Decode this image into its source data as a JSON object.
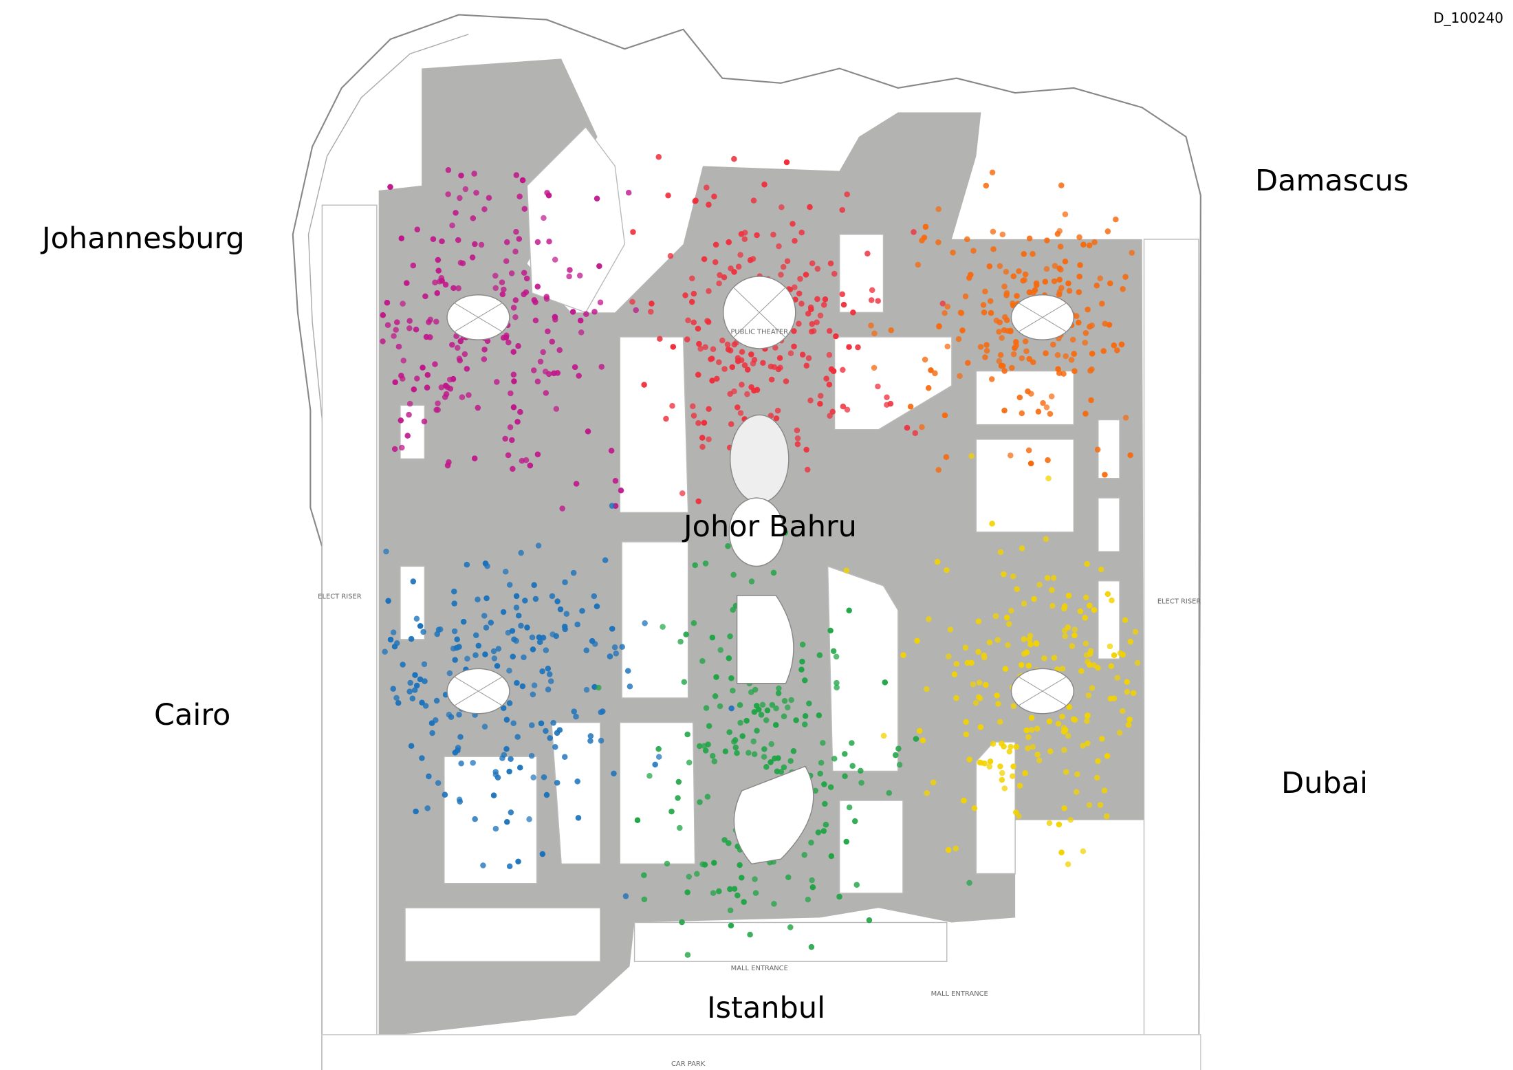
{
  "plan_code": "D_100240",
  "zones": [
    {
      "name": "Johannesburg",
      "color": "#c0168a"
    },
    {
      "name": "Johor Bahru",
      "color": "#ef2f3c"
    },
    {
      "name": "Damascus",
      "color": "#f76a0e"
    },
    {
      "name": "Cairo",
      "color": "#1b72bb"
    },
    {
      "name": "Dubai",
      "color": "#f3d300"
    },
    {
      "name": "Istanbul",
      "color": "#1ea444"
    }
  ],
  "plan_labels": {
    "theater": "PUBLIC THEATER",
    "entrance1": "MALL ENTRANCE",
    "entrance2": "MALL ENTRANCE",
    "carpark": "CAR PARK",
    "elect_left": "ELECT RISER",
    "elect_right": "ELECT RISER"
  },
  "floor_color": "#b3b3b1"
}
